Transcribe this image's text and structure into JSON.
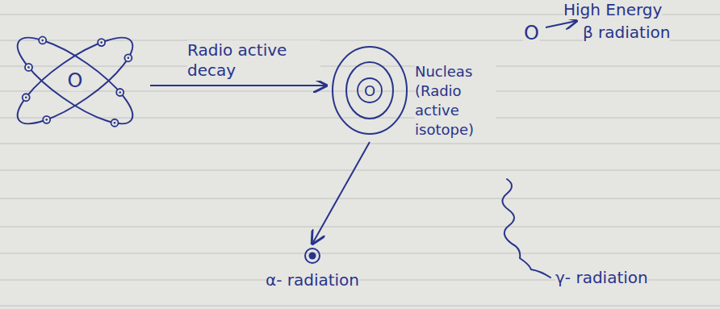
{
  "diagram": {
    "nodes": [
      {
        "text": [
          "O"
        ]
      },
      {
        "text": [
          "O",
          "Nucleas (Radio active isotope)"
        ]
      },
      {
        "text": [
          "α- radiation"
        ]
      },
      {
        "text": [
          "O"
        ]
      }
    ],
    "edges": [
      {
        "from": 0,
        "to": 1,
        "arrow": "to",
        "label": "Radio active decay"
      },
      {
        "from": 1,
        "to": 2,
        "arrow": "to"
      }
    ],
    "labels": [
      "High Energy",
      "β radiation",
      "γ- radiation"
    ]
  }
}
